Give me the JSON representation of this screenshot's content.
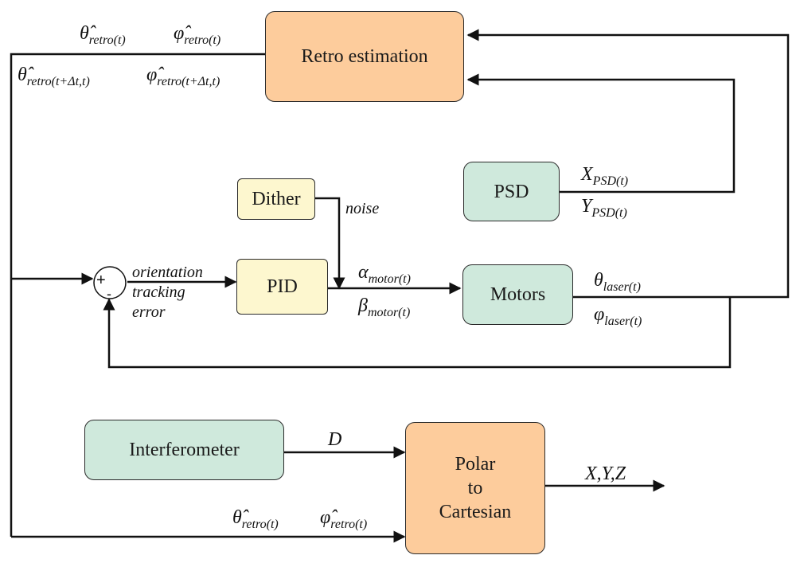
{
  "blocks": {
    "retro": "Retro estimation",
    "psd": "PSD",
    "dither": "Dither",
    "pid": "PID",
    "motors": "Motors",
    "interferometer": "Interferometer",
    "polar": [
      "Polar",
      "to",
      "Cartesian"
    ]
  },
  "summing_junction": {
    "plus": "+",
    "minus": "-"
  },
  "signals": {
    "theta_hat": "θ̂",
    "phi_hat": "φ̂",
    "retro_t": "retro(t)",
    "retro_tdt": "retro(t+Δt,t)",
    "x_psd": "X",
    "y_psd": "Y",
    "psd_sub": "PSD(t)",
    "noise": "noise",
    "error": [
      "orientation",
      "tracking",
      "error"
    ],
    "alpha": "α",
    "beta": "β",
    "motor_sub": "motor(t)",
    "theta": "θ",
    "phi": "φ",
    "laser_sub": "laser(t)",
    "d": "D",
    "xyz": "X,Y,Z"
  }
}
